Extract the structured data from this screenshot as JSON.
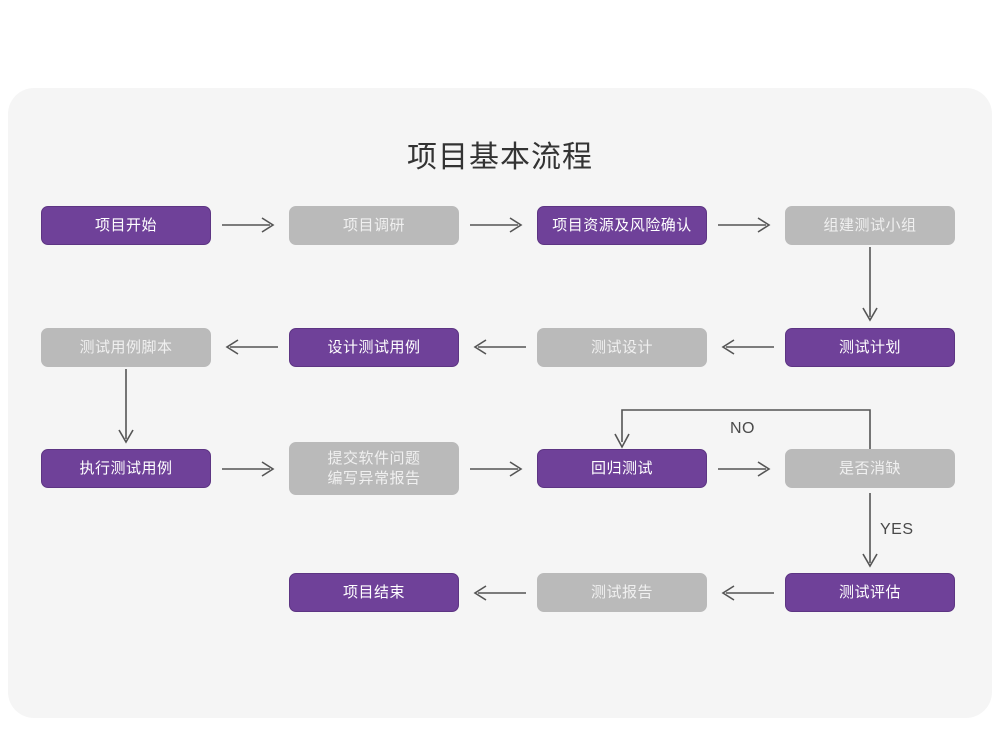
{
  "chart_data": {
    "type": "diagram",
    "title": "项目基本流程",
    "diagram_kind": "flowchart",
    "nodes": [
      {
        "id": "n1",
        "label": "项目开始",
        "style": "purple",
        "row": 1,
        "col": 1
      },
      {
        "id": "n2",
        "label": "项目调研",
        "style": "gray",
        "row": 1,
        "col": 2
      },
      {
        "id": "n3",
        "label": "项目资源及风险确认",
        "style": "purple",
        "row": 1,
        "col": 3
      },
      {
        "id": "n4",
        "label": "组建测试小组",
        "style": "gray",
        "row": 1,
        "col": 4
      },
      {
        "id": "n5",
        "label": "测试用例脚本",
        "style": "gray",
        "row": 2,
        "col": 1
      },
      {
        "id": "n6",
        "label": "设计测试用例",
        "style": "purple",
        "row": 2,
        "col": 2
      },
      {
        "id": "n7",
        "label": "测试设计",
        "style": "gray",
        "row": 2,
        "col": 3
      },
      {
        "id": "n8",
        "label": "测试计划",
        "style": "purple",
        "row": 2,
        "col": 4
      },
      {
        "id": "n9",
        "label": "执行测试用例",
        "style": "purple",
        "row": 3,
        "col": 1
      },
      {
        "id": "n10",
        "label": "提交软件问题\n编写异常报告",
        "style": "gray",
        "row": 3,
        "col": 2
      },
      {
        "id": "n11",
        "label": "回归测试",
        "style": "purple",
        "row": 3,
        "col": 3
      },
      {
        "id": "n12",
        "label": "是否消缺",
        "style": "gray",
        "row": 3,
        "col": 4
      },
      {
        "id": "n13",
        "label": "项目结束",
        "style": "purple",
        "row": 4,
        "col": 2
      },
      {
        "id": "n14",
        "label": "测试报告",
        "style": "gray",
        "row": 4,
        "col": 3
      },
      {
        "id": "n15",
        "label": "测试评估",
        "style": "purple",
        "row": 4,
        "col": 4
      }
    ],
    "edges": [
      {
        "from": "n1",
        "to": "n2",
        "label": "",
        "direction": "right"
      },
      {
        "from": "n2",
        "to": "n3",
        "label": "",
        "direction": "right"
      },
      {
        "from": "n3",
        "to": "n4",
        "label": "",
        "direction": "right"
      },
      {
        "from": "n4",
        "to": "n8",
        "label": "",
        "direction": "down"
      },
      {
        "from": "n8",
        "to": "n7",
        "label": "",
        "direction": "left"
      },
      {
        "from": "n7",
        "to": "n6",
        "label": "",
        "direction": "left"
      },
      {
        "from": "n6",
        "to": "n5",
        "label": "",
        "direction": "left"
      },
      {
        "from": "n5",
        "to": "n9",
        "label": "",
        "direction": "down"
      },
      {
        "from": "n9",
        "to": "n10",
        "label": "",
        "direction": "right"
      },
      {
        "from": "n10",
        "to": "n11",
        "label": "",
        "direction": "right"
      },
      {
        "from": "n11",
        "to": "n12",
        "label": "",
        "direction": "right"
      },
      {
        "from": "n12",
        "to": "n11",
        "label": "NO",
        "direction": "loop-up-left"
      },
      {
        "from": "n12",
        "to": "n15",
        "label": "YES",
        "direction": "down"
      },
      {
        "from": "n15",
        "to": "n14",
        "label": "",
        "direction": "left"
      },
      {
        "from": "n14",
        "to": "n13",
        "label": "",
        "direction": "left"
      }
    ],
    "labels": {
      "no": "NO",
      "yes": "YES"
    },
    "colors": {
      "purple": "#6F4199",
      "purple_border": "#5D3583",
      "gray": "#BABABA",
      "gray_text": "#F0F0F0",
      "purple_text": "#FFFFFF",
      "arrow": "#555555",
      "card_background": "#F5F5F5",
      "page_background": "#FFFFFF",
      "title_color": "#333333"
    }
  }
}
